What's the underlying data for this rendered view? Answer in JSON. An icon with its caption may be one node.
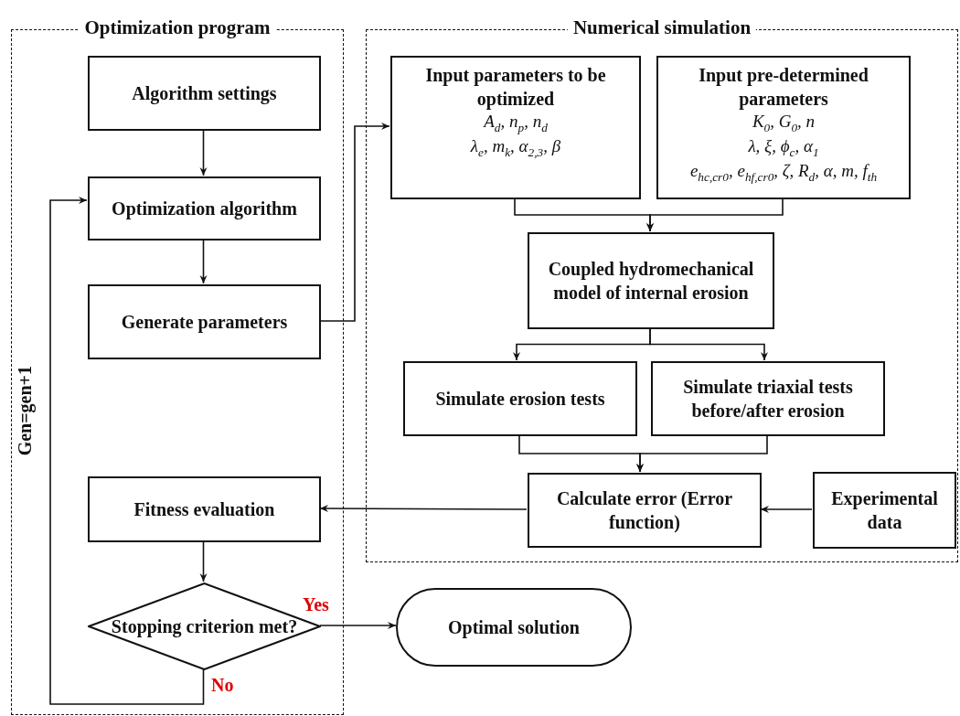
{
  "diagram": {
    "nodes": [
      {
        "text": [
          "Optimization program"
        ]
      },
      {
        "text": [
          "Algorithm settings"
        ],
        "in": 0
      },
      {
        "text": [
          "Optimization algorithm"
        ],
        "in": 0
      },
      {
        "text": [
          "Generate parameters"
        ],
        "in": 0
      },
      {
        "text": [
          "Fitness evaluation"
        ],
        "in": 0
      },
      {
        "text": [
          "Stopping criterion met?"
        ],
        "in": 0
      },
      {
        "text": [
          "Numerical simulation"
        ]
      },
      {
        "text": [
          "Input parameters to be optimized",
          "A$_{d}$, n$_{p}$, n$_{d}$",
          "λ$_{e}$, m$_{k}$, α$_{2,3}$, β"
        ],
        "in": 6
      },
      {
        "text": [
          "Input pre-determined parameters",
          "K$_{0}$, G$_{0}$, n",
          "λ, ξ, ϕ$_{c}$, α$_{1}$",
          "e$_{hc,cr0}$, e$_{hf,cr0}$, ζ, R$_{d}$, α, m, f$_{th}$"
        ],
        "in": 6
      },
      {
        "text": [
          "Coupled hydromechanical model of internal erosion"
        ],
        "in": 6
      },
      {
        "text": [
          "Simulate erosion tests"
        ],
        "in": 6
      },
      {
        "text": [
          "Simulate triaxial tests before/after erosion"
        ],
        "in": 6
      },
      {
        "text": [
          "Calculate error (Error function)"
        ],
        "in": 6
      },
      {
        "text": [
          "Experimental data"
        ],
        "in": 6
      },
      {
        "text": [
          "Optimal solution"
        ]
      }
    ],
    "edges": [
      {
        "from": 1,
        "to": 2,
        "arrow": "to"
      },
      {
        "from": 2,
        "to": 3,
        "arrow": "to"
      },
      {
        "from": 3,
        "to": 7,
        "arrow": "to"
      },
      {
        "from": 7,
        "to": 9,
        "arrow": "to"
      },
      {
        "from": 8,
        "to": 9,
        "arrow": "to"
      },
      {
        "from": 9,
        "to": 10,
        "arrow": "to"
      },
      {
        "from": 9,
        "to": 11,
        "arrow": "to"
      },
      {
        "from": 10,
        "to": 12,
        "arrow": "to"
      },
      {
        "from": 11,
        "to": 12,
        "arrow": "to"
      },
      {
        "from": 13,
        "to": 12,
        "arrow": "to"
      },
      {
        "from": 12,
        "to": 4,
        "arrow": "to"
      },
      {
        "from": 4,
        "to": 5,
        "arrow": "to"
      },
      {
        "from": 5,
        "to": 14,
        "arrow": "to",
        "label": "Yes"
      },
      {
        "from": 5,
        "to": 2,
        "arrow": "to",
        "label": "No"
      }
    ],
    "labels": [
      "Gen=gen+1"
    ]
  }
}
